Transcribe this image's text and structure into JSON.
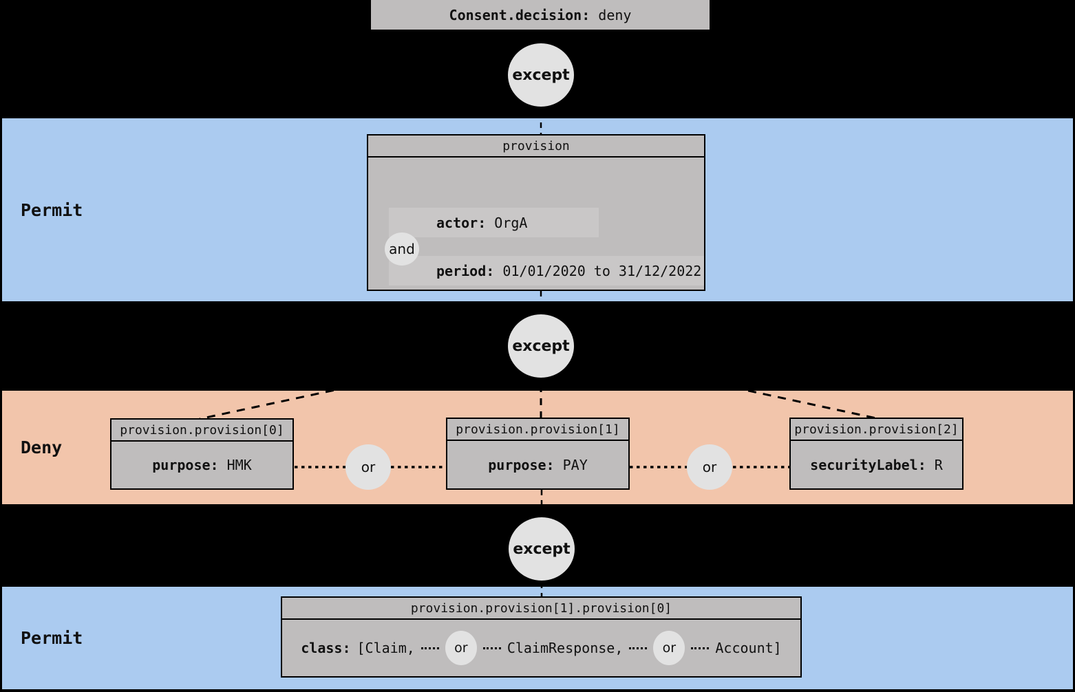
{
  "palette": {
    "background": "#000000",
    "permit_band": "#abcbf0",
    "deny_band": "#f2c5ab",
    "box_gray": "#bfbdbd",
    "row_highlight": "#c9c7c7",
    "circle_gray": "#e2e2e2",
    "text": "#111111"
  },
  "root_box": {
    "key": "Consent.decision:",
    "value": "deny"
  },
  "bands": {
    "permit_top": {
      "label": "Permit"
    },
    "deny": {
      "label": "Deny"
    },
    "permit_bottom": {
      "label": "Permit"
    }
  },
  "operators": {
    "except1": "except",
    "except2": "except",
    "except3": "except",
    "and1": "and",
    "or1": "or",
    "or2": "or",
    "or3": "or",
    "or4": "or"
  },
  "provision_box": {
    "header": "provision",
    "rows": [
      {
        "key": "actor:",
        "value": "OrgA"
      },
      {
        "key": "period:",
        "value": "01/01/2020 to 31/12/2022"
      }
    ]
  },
  "deny_boxes": [
    {
      "header": "provision.provision[0]",
      "key": "purpose:",
      "value": "HMK"
    },
    {
      "header": "provision.provision[1]",
      "key": "purpose:",
      "value": "PAY"
    },
    {
      "header": "provision.provision[2]",
      "key": "securityLabel:",
      "value": "R"
    }
  ],
  "bottom_box": {
    "header": "provision.provision[1].provision[0]",
    "key": "class:",
    "items": [
      "[Claim,",
      "ClaimResponse,",
      "Account]"
    ]
  }
}
